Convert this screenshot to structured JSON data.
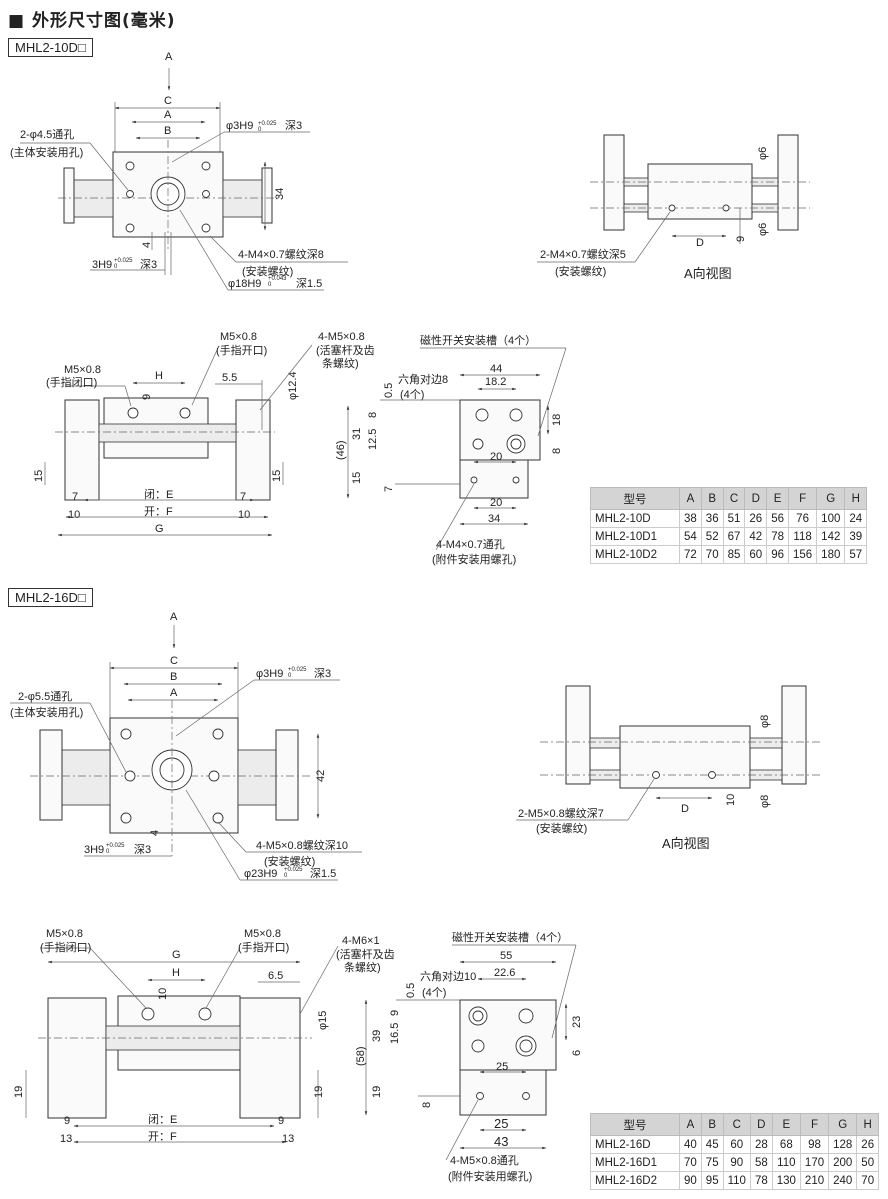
{
  "heading": "■ 外形尺寸图(毫米)",
  "section1": {
    "model": "MHL2-10D□",
    "top": {
      "A": "A",
      "C": "C",
      "B": "B",
      "A2": "A",
      "hole1": "2-φ4.5通孔",
      "hole1_sub": "(主体安装用孔)",
      "pin": "φ3H9",
      "pin_tol": "+0.025",
      "pin_tol0": "0",
      "pin_depth": "深3",
      "d34": "34",
      "d4": "4",
      "thread": "4-M4×0.7螺纹深8",
      "thread_sub": "(安装螺纹)",
      "bore": "φ18H9",
      "bore_tol": "+0.043",
      "bore_tol0": "0",
      "bore_depth": "深1.5",
      "slot": "3H9",
      "slot_tol": "+0.025",
      "slot_tol0": "0",
      "slot_depth": "深3"
    },
    "aview": {
      "phi6a": "φ6",
      "phi6b": "φ6",
      "d9": "9",
      "D": "D",
      "thread": "2-M4×0.7螺纹深5",
      "thread_sub": "(安装螺纹)",
      "caption": "A向视图"
    },
    "front": {
      "m5a": "M5×0.8",
      "m5a_sub": "(手指开口)",
      "m5b": "M5×0.8",
      "m5b_sub": "(手指闭口)",
      "m5c": "4-M5×0.8",
      "m5c_sub1": "(活塞杆及齿",
      "m5c_sub2": "条螺纹)",
      "H": "H",
      "d9": "9",
      "d55": "5.5",
      "d124": "φ12.4",
      "d15": "15",
      "d7a": "7",
      "d7b": "7",
      "d10a": "10",
      "d10b": "10",
      "close": "闭：E",
      "open": "开：F",
      "G": "G"
    },
    "side": {
      "groove": "磁性开关安装槽（4个）",
      "hex": "六角对边8",
      "hex_sub": "(4个)",
      "d44": "44",
      "d182": "18.2",
      "d05": "0.5",
      "d8a": "8",
      "d31": "31",
      "d125": "12.5",
      "d46": "(46)",
      "d15": "15",
      "d7": "7",
      "d18": "18",
      "d8b": "8",
      "d20a": "20",
      "d20b": "20",
      "d34": "34",
      "thread": "4-M4×0.7通孔",
      "thread_sub": "(附件安装用螺孔)"
    },
    "table": {
      "headers": [
        "型号",
        "A",
        "B",
        "C",
        "D",
        "E",
        "F",
        "G",
        "H"
      ],
      "rows": [
        [
          "MHL2-10D",
          "38",
          "36",
          "51",
          "26",
          "56",
          "76",
          "100",
          "24"
        ],
        [
          "MHL2-10D1",
          "54",
          "52",
          "67",
          "42",
          "78",
          "118",
          "142",
          "39"
        ],
        [
          "MHL2-10D2",
          "72",
          "70",
          "85",
          "60",
          "96",
          "156",
          "180",
          "57"
        ]
      ]
    }
  },
  "section2": {
    "model": "MHL2-16D□",
    "top": {
      "A": "A",
      "C": "C",
      "B": "B",
      "A2": "A",
      "hole1": "2-φ5.5通孔",
      "hole1_sub": "(主体安装用孔)",
      "pin": "φ3H9",
      "pin_tol": "+0.025",
      "pin_tol0": "0",
      "pin_depth": "深3",
      "d42": "42",
      "d4": "4",
      "slot": "3H9",
      "slot_tol": "+0.025",
      "slot_tol0": "0",
      "slot_depth": "深3",
      "thread": "4-M5×0.8螺纹深10",
      "thread_sub": "(安装螺纹)",
      "bore": "φ23H9",
      "bore_tol": "+0.025",
      "bore_tol0": "0",
      "bore_depth": "深1.5"
    },
    "aview": {
      "phi8a": "φ8",
      "phi8b": "φ8",
      "d10": "10",
      "D": "D",
      "thread": "2-M5×0.8螺纹深7",
      "thread_sub": "(安装螺纹)",
      "caption": "A向视图"
    },
    "front": {
      "m5a": "M5×0.8",
      "m5a_sub": "(手指闭口)",
      "m5b": "M5×0.8",
      "m5b_sub": "(手指开口)",
      "m6": "4-M6×1",
      "m6_sub1": "(活塞杆及齿",
      "m6_sub2": "条螺纹)",
      "G": "G",
      "H": "H",
      "d10": "10",
      "d65": "6.5",
      "d15": "φ15",
      "d19a": "19",
      "d19b": "19",
      "d9a": "9",
      "d9b": "9",
      "d13a": "13",
      "d13b": "13",
      "close": "闭：E",
      "open": "开：F"
    },
    "side": {
      "groove": "磁性开关安装槽（4个）",
      "hex": "六角对边10",
      "hex_sub": "(4个)",
      "d55": "55",
      "d226": "22.6",
      "d05": "0.5",
      "d9": "9",
      "d165": "16.5",
      "d39": "39",
      "d58": "(58)",
      "d19": "19",
      "d8": "8",
      "d23": "23",
      "d6": "6",
      "d25a": "25",
      "d25b": "25",
      "d43": "43",
      "thread": "4-M5×0.8通孔",
      "thread_sub": "(附件安装用螺孔)"
    },
    "table": {
      "headers": [
        "型号",
        "A",
        "B",
        "C",
        "D",
        "E",
        "F",
        "G",
        "H"
      ],
      "rows": [
        [
          "MHL2-16D",
          "40",
          "45",
          "60",
          "28",
          "68",
          "98",
          "128",
          "26"
        ],
        [
          "MHL2-16D1",
          "70",
          "75",
          "90",
          "58",
          "110",
          "170",
          "200",
          "50"
        ],
        [
          "MHL2-16D2",
          "90",
          "95",
          "110",
          "78",
          "130",
          "210",
          "240",
          "70"
        ]
      ]
    }
  }
}
